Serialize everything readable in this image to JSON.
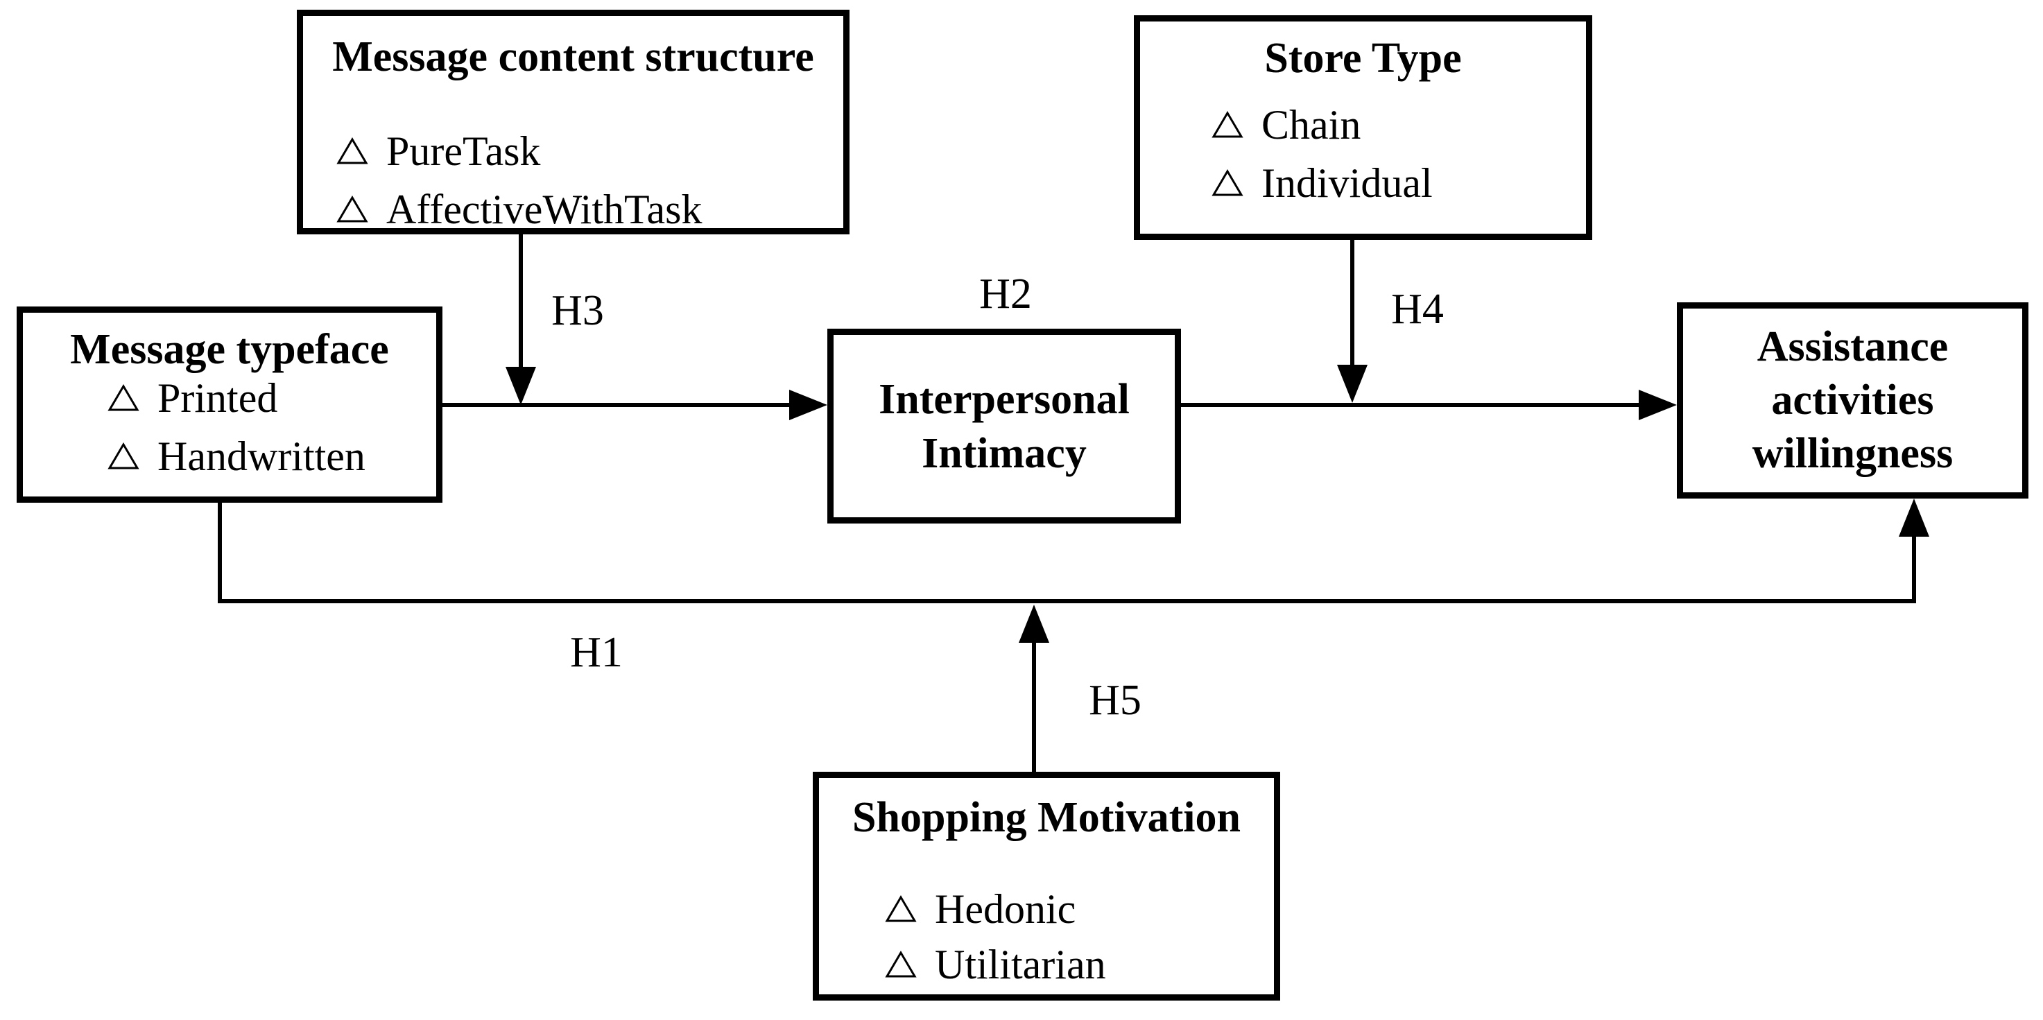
{
  "colors": {
    "background": "#ffffff",
    "line": "#000000",
    "text": "#000000"
  },
  "boxes": {
    "message_content_structure": {
      "title": "Message content structure",
      "marker": "△",
      "items": [
        "PureTask",
        "AffectiveWithTask"
      ]
    },
    "store_type": {
      "title": "Store Type",
      "marker": "△",
      "items": [
        "Chain",
        "Individual"
      ]
    },
    "message_typeface": {
      "title": "Message typeface",
      "marker": "△",
      "items": [
        "Printed",
        "Handwritten"
      ]
    },
    "interpersonal_intimacy": {
      "lines": [
        "Interpersonal",
        "Intimacy"
      ]
    },
    "assistance_activities_willingness": {
      "lines": [
        "Assistance",
        "activities",
        "willingness"
      ]
    },
    "shopping_motivation": {
      "title": "Shopping Motivation",
      "marker": "△",
      "items": [
        "Hedonic",
        "Utilitarian"
      ]
    }
  },
  "hypothesis_labels": {
    "h1": "H1",
    "h2": "H2",
    "h3": "H3",
    "h4": "H4",
    "h5": "H5"
  }
}
